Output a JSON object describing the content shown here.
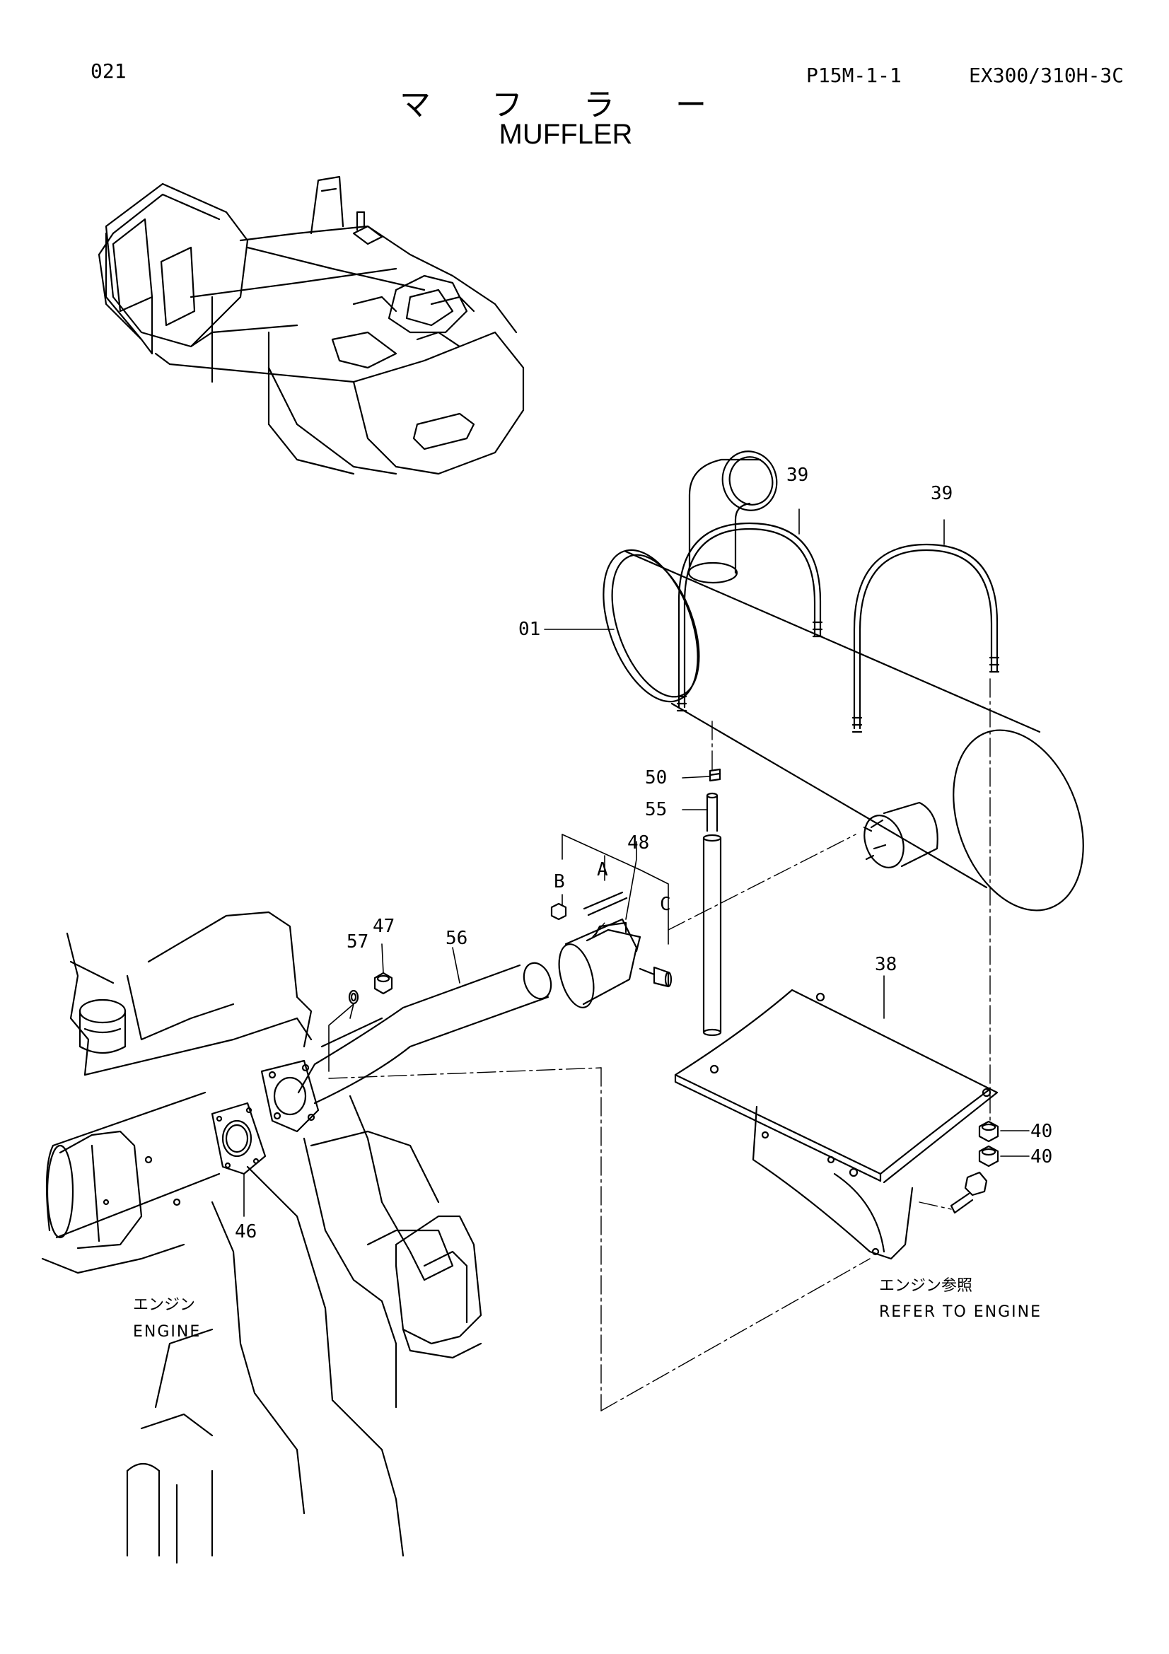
{
  "header": {
    "page_code": "021",
    "plate_code": "P15M-1-1",
    "model": "EX300/310H-3C"
  },
  "title": {
    "japanese": "マ フ ラ ー",
    "english": "MUFFLER"
  },
  "callouts": {
    "p01": "01",
    "p38": "38",
    "p39a": "39",
    "p39b": "39",
    "p40a": "40",
    "p40b": "40",
    "p46": "46",
    "p47": "47",
    "p48": "48",
    "p50": "50",
    "p55": "55",
    "p56": "56",
    "p57": "57",
    "refA": "A",
    "refB": "B",
    "refC": "C"
  },
  "notes": {
    "engine_jp": "エンジン",
    "engine_en": "ENGINE",
    "refer_jp": "エンジン参照",
    "refer_en": "REFER TO ENGINE"
  }
}
